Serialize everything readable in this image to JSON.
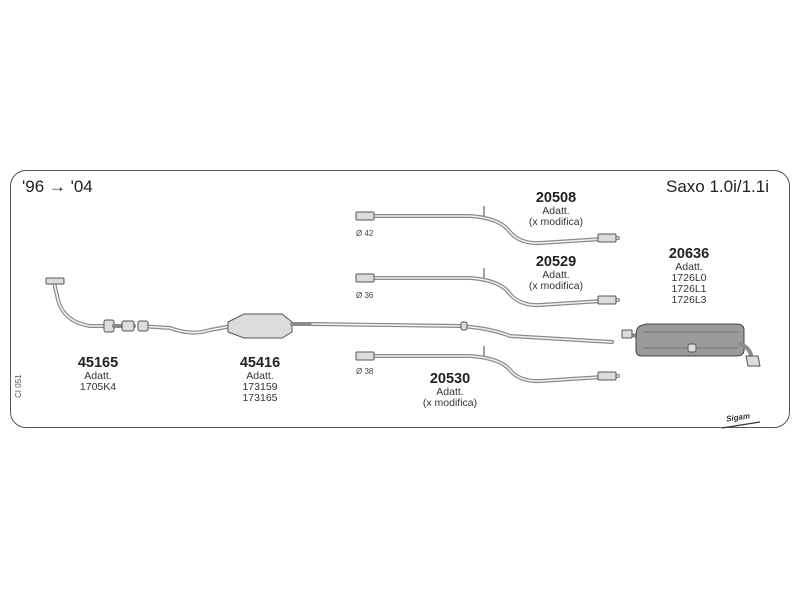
{
  "header": {
    "years_label": "'96 → '04",
    "model_title": "Saxo 1.0i/1.1i"
  },
  "side_code": "CI 051",
  "brand_mark": "Sigam",
  "parts": [
    {
      "id": "front-pipe",
      "number": "45165",
      "lines": [
        "Adatt.",
        "1705K4"
      ]
    },
    {
      "id": "catalyst",
      "number": "45416",
      "lines": [
        "Adatt.",
        "173159",
        "173165"
      ]
    },
    {
      "id": "mid-pipe-42",
      "number": "20508",
      "lines": [
        "Adatt.",
        "(x modifica)"
      ],
      "diameter": "Ø 42"
    },
    {
      "id": "mid-pipe-36",
      "number": "20529",
      "lines": [
        "Adatt.",
        "(x modifica)"
      ],
      "diameter": "Ø 36"
    },
    {
      "id": "mid-pipe-38",
      "number": "20530",
      "lines": [
        "Adatt.",
        "(x modifica)"
      ],
      "diameter": "Ø 38"
    },
    {
      "id": "rear-silencer",
      "number": "20636",
      "lines": [
        "Adatt.",
        "1726L0",
        "1726L1",
        "1726L3"
      ]
    }
  ],
  "colors": {
    "pipe": "#8a8a8a",
    "outline": "#555555",
    "text": "#222222"
  }
}
